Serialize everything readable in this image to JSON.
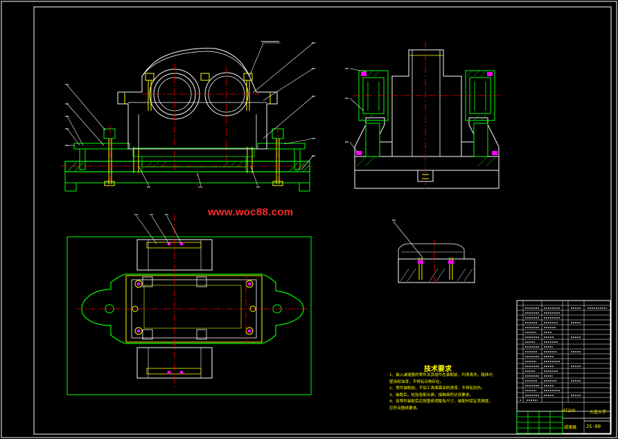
{
  "watermark": "www.woc88.com",
  "technical_requirements": {
    "title": "技术要求",
    "lines": [
      "1、装入减速器的零件及其组件在装配前，均须清洗，箱体内",
      "壁涂耐油漆，不得有杂物存在。",
      "2、零件装配前，不加工表面需涂防锈漆，不得有刮伤。",
      "3、装配后，检验各配合面，接触面积达到要求。",
      "4、各零件装配后应按图纸调整各尺寸，装配时保证其精度。",
      "应符合图纸要求。"
    ]
  },
  "title_block": {
    "drawing_name": "减速器",
    "assembly_label": "大连大学",
    "material": "HT200",
    "drawing_code": "JS-00"
  },
  "colors": {
    "outline": "#ffffff",
    "part": "#00ff00",
    "centerline": "#ff0000",
    "magenta": "#ff00ff",
    "yellow": "#ffff00",
    "cyan": "#00ffff"
  }
}
